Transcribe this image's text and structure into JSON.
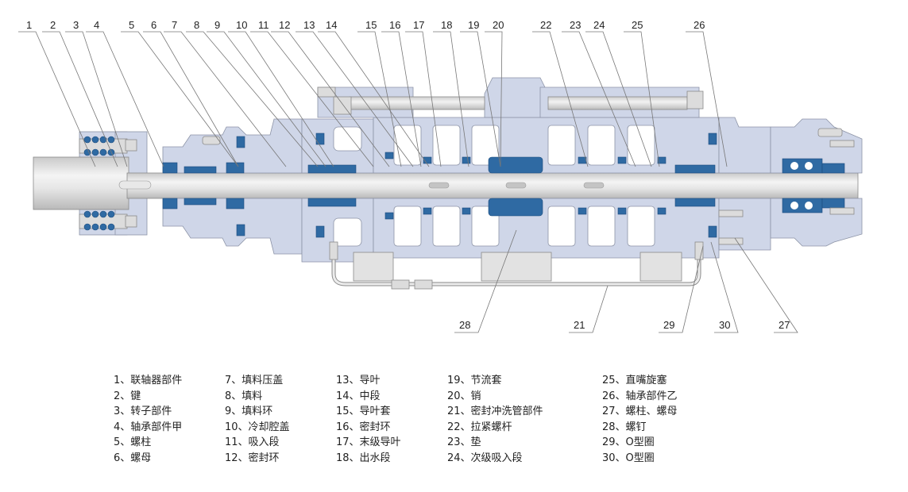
{
  "title": "多级离心泵结构图",
  "colors": {
    "casing": "#cfd6e8",
    "seal": "#2f6aa3",
    "metal": "#dcdcdc",
    "leader_line": "#777777"
  },
  "callouts_top": [
    "1",
    "2",
    "3",
    "4",
    "5",
    "6",
    "7",
    "8",
    "9",
    "10",
    "11",
    "12",
    "13",
    "14",
    "15",
    "16",
    "17",
    "18",
    "19",
    "20",
    "22",
    "23",
    "24",
    "25",
    "26"
  ],
  "callouts_bottom": [
    "28",
    "21",
    "29",
    "30",
    "27"
  ],
  "legend": {
    "columns": [
      [
        {
          "num": "1",
          "label": "联轴器部件"
        },
        {
          "num": "2",
          "label": "键"
        },
        {
          "num": "3",
          "label": "转子部件"
        },
        {
          "num": "4",
          "label": "轴承部件甲"
        },
        {
          "num": "5",
          "label": "螺柱"
        },
        {
          "num": "6",
          "label": "螺母"
        }
      ],
      [
        {
          "num": "7",
          "label": "填料压盖"
        },
        {
          "num": "8",
          "label": "填料"
        },
        {
          "num": "9",
          "label": "填料环"
        },
        {
          "num": "10",
          "label": "冷却腔盖"
        },
        {
          "num": "11",
          "label": "吸入段"
        },
        {
          "num": "12",
          "label": "密封环"
        }
      ],
      [
        {
          "num": "13",
          "label": "导叶"
        },
        {
          "num": "14",
          "label": "中段"
        },
        {
          "num": "15",
          "label": "导叶套"
        },
        {
          "num": "16",
          "label": "密封环"
        },
        {
          "num": "17",
          "label": "末级导叶"
        },
        {
          "num": "18",
          "label": "出水段"
        }
      ],
      [
        {
          "num": "19",
          "label": "节流套"
        },
        {
          "num": "20",
          "label": "销"
        },
        {
          "num": "21",
          "label": "密封冲洗管部件"
        },
        {
          "num": "22",
          "label": "拉紧螺杆"
        },
        {
          "num": "23",
          "label": "垫"
        },
        {
          "num": "24",
          "label": "次级吸入段"
        }
      ],
      [
        {
          "num": "25",
          "label": "直嘴旋塞"
        },
        {
          "num": "26",
          "label": "轴承部件乙"
        },
        {
          "num": "27",
          "label": "螺柱、螺母"
        },
        {
          "num": "28",
          "label": "螺钉"
        },
        {
          "num": "29",
          "label": "O型圈"
        },
        {
          "num": "30",
          "label": "O型圈"
        }
      ]
    ],
    "separator": "、"
  }
}
